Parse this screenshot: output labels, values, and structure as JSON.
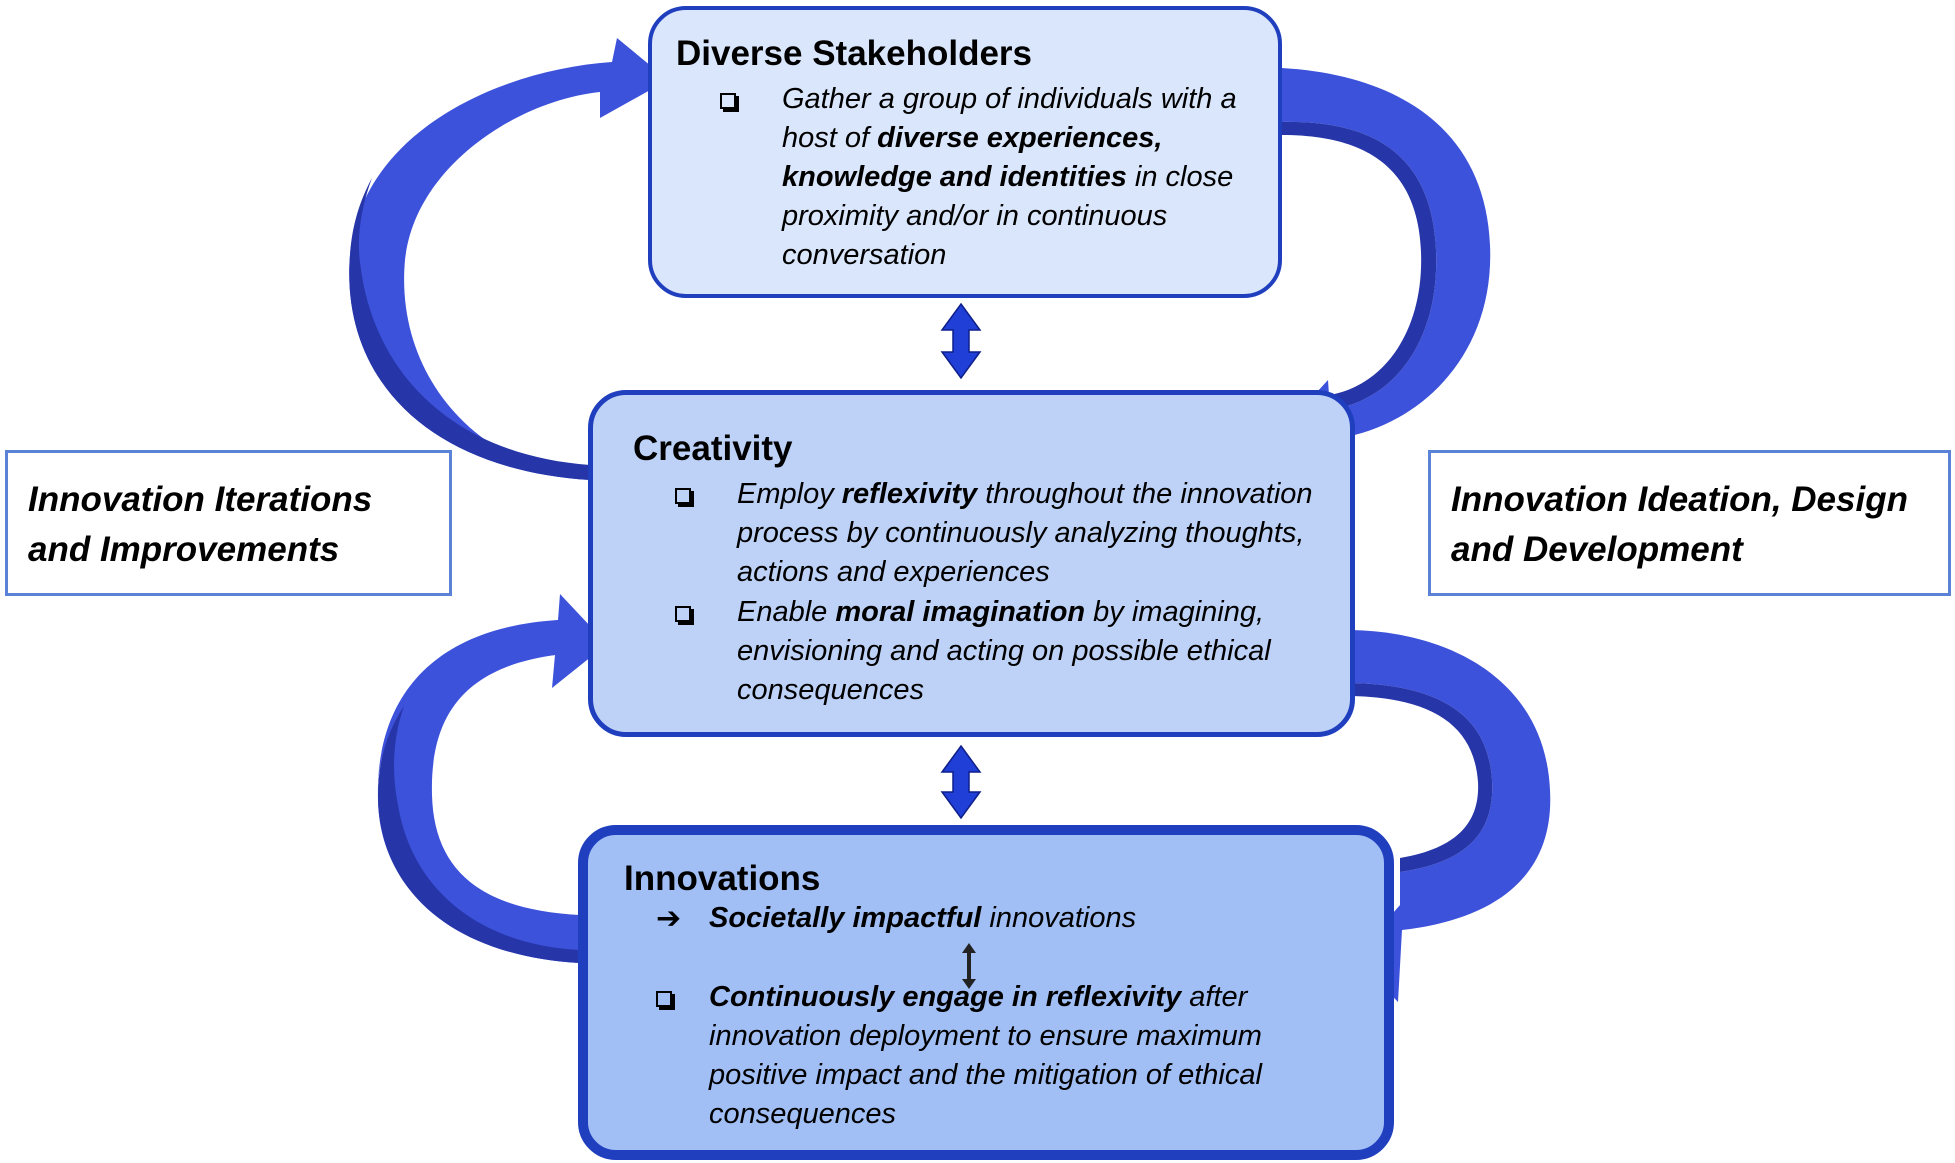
{
  "colors": {
    "cycle_arrow": "#3d52db",
    "cycle_arrow_shade": "#2635a8",
    "box_border": "#1f3fbf",
    "box_top_fill": "#dae6fb",
    "box_middle_fill": "#bed2f7",
    "box_bottom_fill": "#a1bff5",
    "side_border": "#5a82d6"
  },
  "left_label": {
    "line1": "Innovation Iterations",
    "line2": "and Improvements"
  },
  "right_label": {
    "line1": "Innovation Ideation, Design",
    "line2": "and Development"
  },
  "stakeholders": {
    "title": "Diverse Stakeholders",
    "item": {
      "marker": "checkbox-icon",
      "text_1": "Gather a group of individuals with a host of ",
      "bold": "diverse experiences, knowledge and identities",
      "text_2": " in close proximity and/or in continuous conversation"
    }
  },
  "creativity": {
    "title": "Creativity",
    "items": [
      {
        "marker": "checkbox-icon",
        "text_1": "Employ ",
        "bold": "reflexivity",
        "text_2": " throughout the innovation process by continuously analyzing thoughts, actions and experiences"
      },
      {
        "marker": "checkbox-icon",
        "text_1": "Enable ",
        "bold": "moral imagination",
        "text_2": " by imagining, envisioning and acting on possible ethical consequences"
      }
    ]
  },
  "innovations": {
    "title": "Innovations",
    "item_arrow": {
      "marker": "arrow-right-icon",
      "bold": "Societally impactful",
      "text_2": " innovations"
    },
    "item_check": {
      "marker": "checkbox-icon",
      "bold": "Continuously engage in reflexivity",
      "text_2": " after innovation deployment to ensure maximum positive impact and the mitigation of ethical consequences"
    }
  }
}
